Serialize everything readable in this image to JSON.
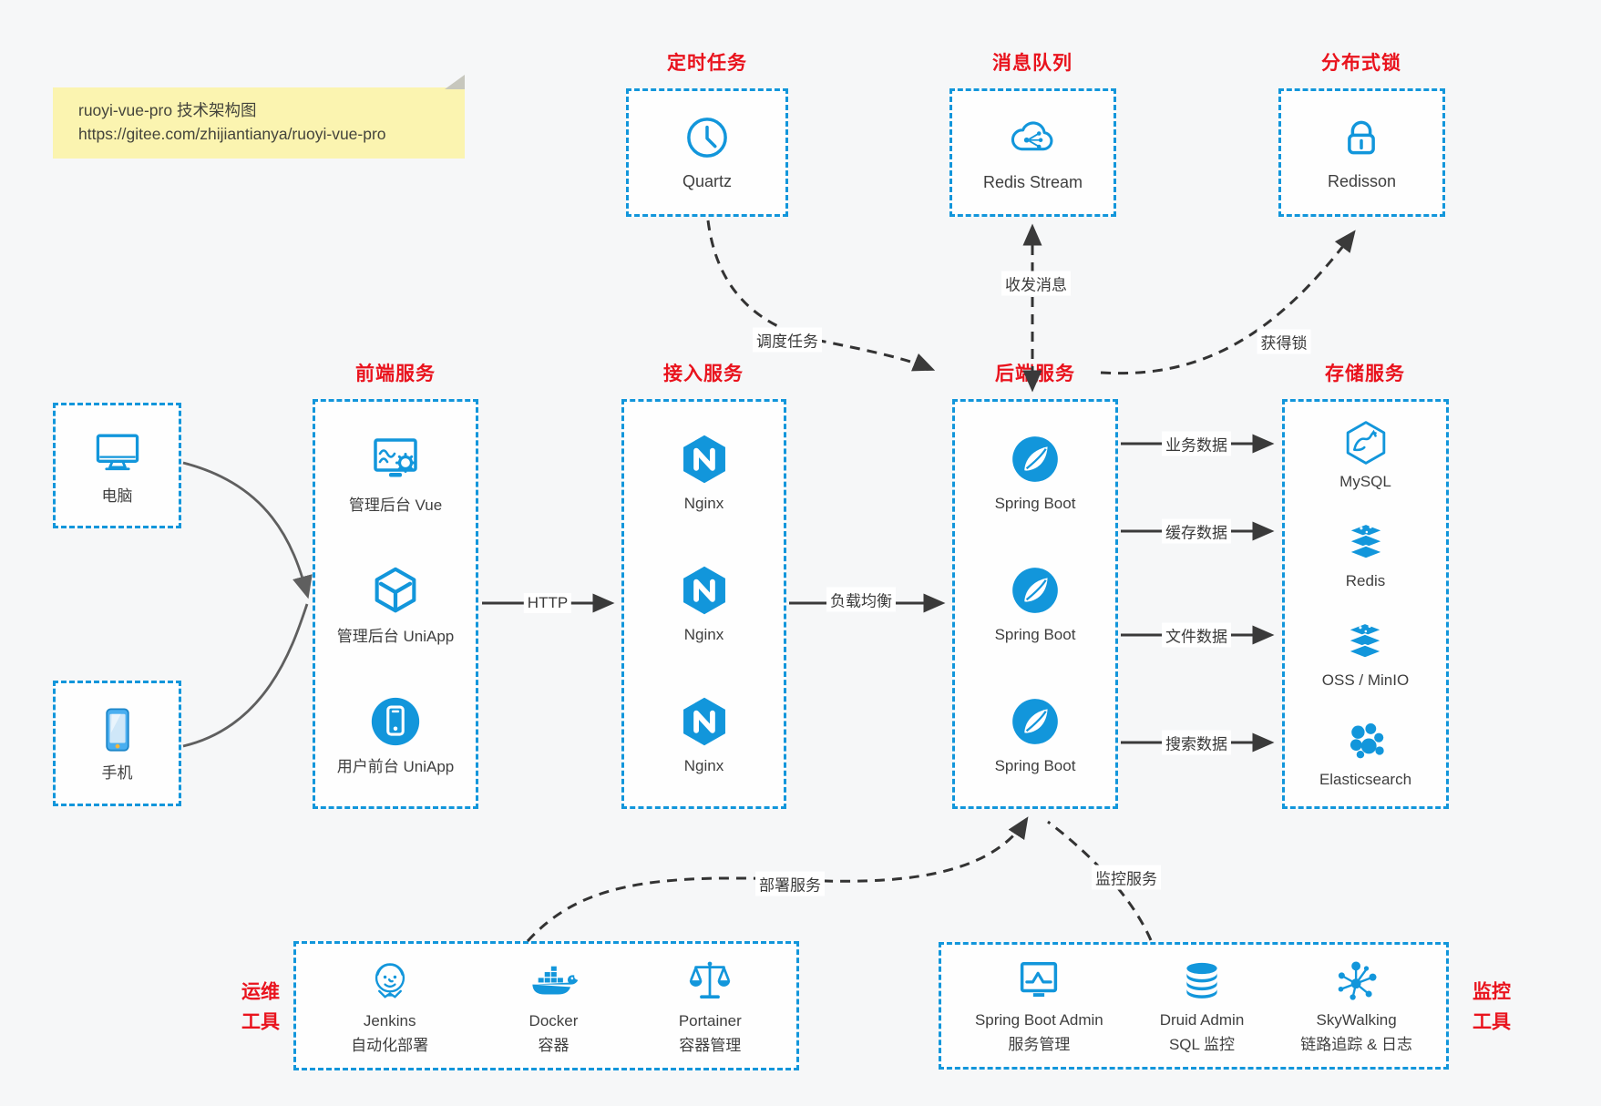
{
  "note": {
    "line1": "ruoyi-vue-pro 技术架构图",
    "line2": "https://gitee.com/zhijiantianya/ruoyi-vue-pro"
  },
  "colors": {
    "accent_blue": "#1296db",
    "title_red": "#e9131d",
    "note_yellow": "#fbf4b0",
    "arrow_dark": "#3a3a3a",
    "background": "#f6f7f8"
  },
  "top_groups": {
    "scheduler": {
      "title": "定时任务",
      "items": [
        {
          "icon": "clock-icon",
          "label": "Quartz"
        }
      ]
    },
    "mq": {
      "title": "消息队列",
      "items": [
        {
          "icon": "cloud-stream-icon",
          "label": "Redis Stream"
        }
      ]
    },
    "dlock": {
      "title": "分布式锁",
      "items": [
        {
          "icon": "lock-icon",
          "label": "Redisson"
        }
      ]
    }
  },
  "clients": {
    "pc": {
      "icon": "desktop-icon",
      "label": "电脑"
    },
    "mobile": {
      "icon": "smartphone-icon",
      "label": "手机"
    }
  },
  "columns": {
    "frontend": {
      "title": "前端服务",
      "items": [
        {
          "icon": "admin-vue-icon",
          "label": "管理后台 Vue"
        },
        {
          "icon": "uniapp-cube-icon",
          "label": "管理后台 UniApp"
        },
        {
          "icon": "user-app-icon",
          "label": "用户前台 UniApp"
        }
      ]
    },
    "access": {
      "title": "接入服务",
      "items": [
        {
          "icon": "nginx-icon",
          "label": "Nginx"
        },
        {
          "icon": "nginx-icon",
          "label": "Nginx"
        },
        {
          "icon": "nginx-icon",
          "label": "Nginx"
        }
      ]
    },
    "backend": {
      "title": "后端服务",
      "items": [
        {
          "icon": "spring-icon",
          "label": "Spring Boot"
        },
        {
          "icon": "spring-icon",
          "label": "Spring Boot"
        },
        {
          "icon": "spring-icon",
          "label": "Spring Boot"
        }
      ]
    },
    "storage": {
      "title": "存储服务",
      "items": [
        {
          "icon": "mysql-icon",
          "label": "MySQL"
        },
        {
          "icon": "redis-stack-icon",
          "label": "Redis"
        },
        {
          "icon": "storage-stack-icon",
          "label": "OSS / MinIO"
        },
        {
          "icon": "elasticsearch-icon",
          "label": "Elasticsearch"
        }
      ]
    }
  },
  "bottom_groups": {
    "ops": {
      "side_label": {
        "line1": "运维",
        "line2": "工具"
      },
      "items": [
        {
          "icon": "jenkins-icon",
          "label": "Jenkins",
          "sublabel": "自动化部署"
        },
        {
          "icon": "docker-icon",
          "label": "Docker",
          "sublabel": "容器"
        },
        {
          "icon": "portainer-icon",
          "label": "Portainer",
          "sublabel": "容器管理"
        }
      ]
    },
    "monitoring": {
      "side_label": {
        "line1": "监控",
        "line2": "工具"
      },
      "items": [
        {
          "icon": "spring-boot-admin-icon",
          "label": "Spring Boot Admin",
          "sublabel": "服务管理"
        },
        {
          "icon": "druid-icon",
          "label": "Druid Admin",
          "sublabel": "SQL 监控"
        },
        {
          "icon": "skywalking-icon",
          "label": "SkyWalking",
          "sublabel": "链路追踪 & 日志"
        }
      ]
    }
  },
  "edges": {
    "http": "HTTP",
    "load_balance": "负载均衡",
    "schedule": "调度任务",
    "message": "收发消息",
    "acquire_lock": "获得锁",
    "business_data": "业务数据",
    "cache_data": "缓存数据",
    "file_data": "文件数据",
    "search_data": "搜索数据",
    "deploy": "部署服务",
    "monitor": "监控服务"
  }
}
